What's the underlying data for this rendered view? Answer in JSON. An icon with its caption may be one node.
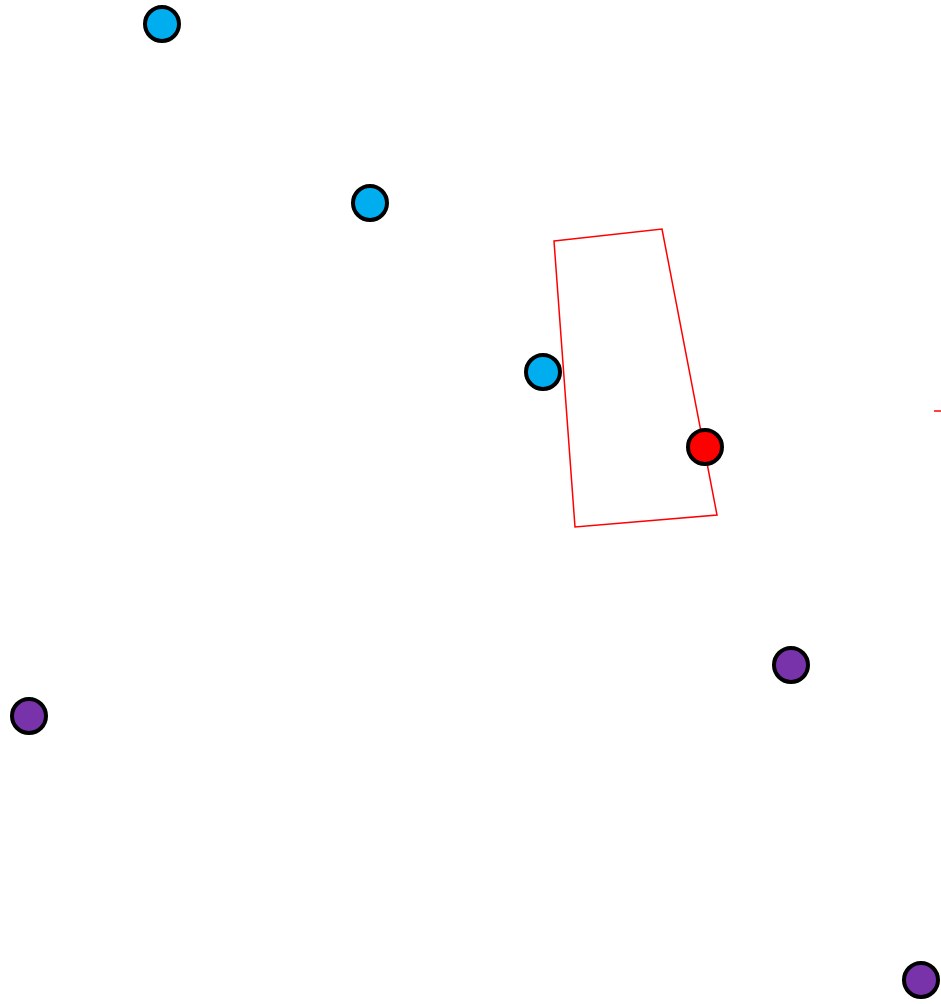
{
  "diagram": {
    "nodes": [
      {
        "text": [],
        "shape": "circle"
      },
      {
        "text": [],
        "shape": "circle"
      },
      {
        "text": [],
        "shape": "box"
      },
      {
        "text": [],
        "shape": "circle"
      },
      {
        "text": [],
        "shape": "circle"
      },
      {
        "text": [],
        "shape": "circle"
      },
      {
        "text": [],
        "shape": "circle"
      },
      {
        "text": [],
        "shape": "circle"
      }
    ]
  }
}
